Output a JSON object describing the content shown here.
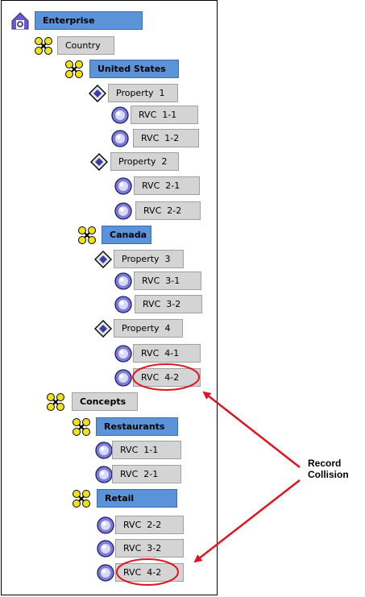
{
  "tree": {
    "enterprise": "Enterprise",
    "country": "Country",
    "united_states": "United States",
    "property_1": "Property  1",
    "rvc_1_1_us": "RVC  1-1",
    "rvc_1_2": "RVC  1-2",
    "property_2": "Property  2",
    "rvc_2_1_us": "RVC  2-1",
    "rvc_2_2_us": "RVC  2-2",
    "canada": "Canada",
    "property_3": "Property  3",
    "rvc_3_1": "RVC  3-1",
    "rvc_3_2_ca": "RVC  3-2",
    "property_4": "Property  4",
    "rvc_4_1": "RVC  4-1",
    "rvc_4_2_ca": "RVC  4-2",
    "concepts": "Concepts",
    "restaurants": "Restaurants",
    "rvc_1_1_rest": "RVC  1-1",
    "rvc_2_1_rest": "RVC  2-1",
    "retail": "Retail",
    "rvc_2_2_retail": "RVC  2-2",
    "rvc_3_2_retail": "RVC  3-2",
    "rvc_4_2_retail": "RVC  4-2"
  },
  "annotation": {
    "line1": "Record",
    "line2": "Collision"
  },
  "colors": {
    "highlight": "#5b93d9",
    "node_grey": "#d4d4d4",
    "collision_red": "#e0141e",
    "zone_icon": "#f0e21a"
  }
}
